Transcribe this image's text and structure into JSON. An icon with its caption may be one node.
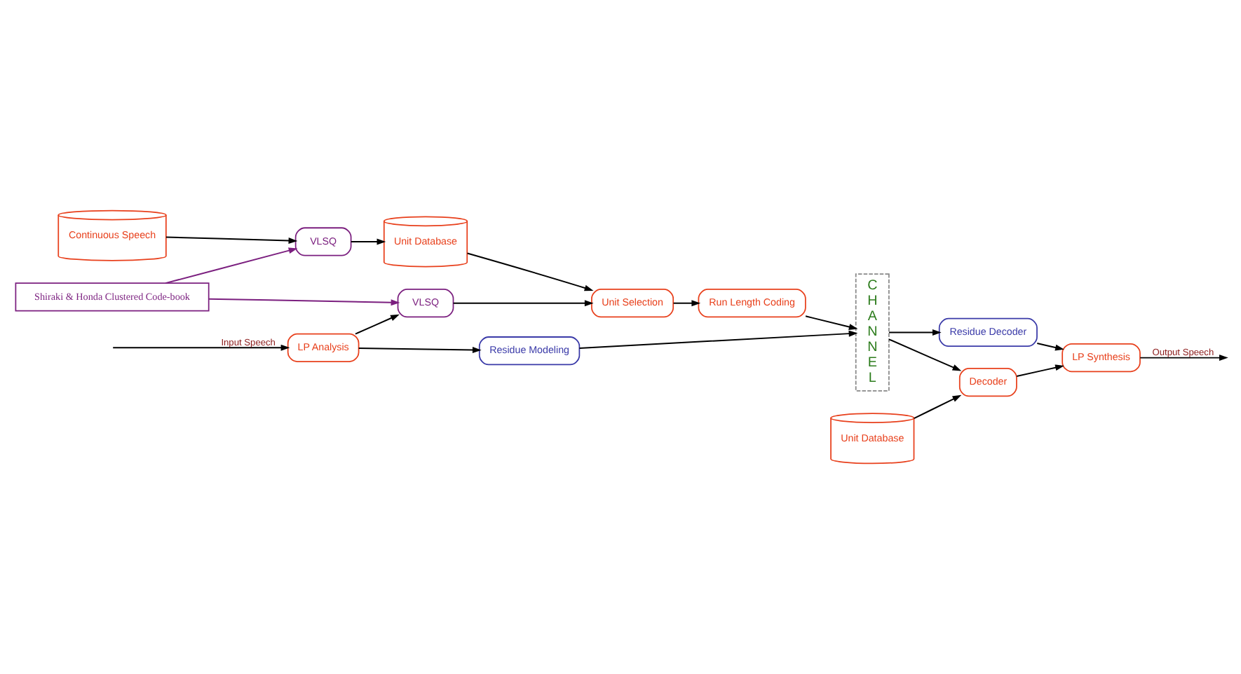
{
  "diagram": {
    "nodes": [
      {
        "text": [
          "Continuous Speech"
        ]
      },
      {
        "text": [
          "Shiraki & Honda Clustered Code-book"
        ]
      },
      {
        "text": [
          "VLSQ"
        ]
      },
      {
        "text": [
          "Unit Database"
        ]
      },
      {
        "text": [
          "LP Analysis"
        ]
      },
      {
        "text": [
          "VLSQ"
        ]
      },
      {
        "text": [
          "Unit Selection"
        ]
      },
      {
        "text": [
          "Run Length Coding"
        ]
      },
      {
        "text": [
          "CHANNEL"
        ]
      },
      {
        "text": [
          "Unit Database"
        ]
      },
      {
        "text": [
          "Decoder"
        ]
      },
      {
        "text": [
          "LP Synthesis"
        ]
      },
      {
        "text": [
          "Residue Modeling"
        ]
      },
      {
        "text": [
          "Residue Decoder"
        ]
      }
    ],
    "edges": [
      {
        "from": 0,
        "to": 2,
        "arrow": "to"
      },
      {
        "from": 1,
        "to": 2,
        "arrow": "to",
        "color": "#7b1f7f"
      },
      {
        "from": 2,
        "to": 3,
        "arrow": "to"
      },
      {
        "from": 1,
        "to": 5,
        "arrow": "to",
        "color": "#7b1f7f"
      },
      {
        "from": null,
        "to": 4,
        "arrow": "to",
        "label": "Input Speech"
      },
      {
        "from": 4,
        "to": 5,
        "arrow": "to"
      },
      {
        "from": 5,
        "to": 6,
        "arrow": "to"
      },
      {
        "from": 3,
        "to": 6,
        "arrow": "to"
      },
      {
        "from": 6,
        "to": 7,
        "arrow": "to"
      },
      {
        "from": 7,
        "to": 8,
        "arrow": "to"
      },
      {
        "from": 8,
        "to": 10,
        "arrow": "to"
      },
      {
        "from": 9,
        "to": 10,
        "arrow": "to"
      },
      {
        "from": 10,
        "to": 11,
        "arrow": "to"
      },
      {
        "from": 11,
        "to": null,
        "arrow": "to",
        "label": "Output Speech"
      },
      {
        "from": 4,
        "to": 12,
        "arrow": "to"
      },
      {
        "from": 12,
        "to": 8,
        "arrow": "to"
      },
      {
        "from": 8,
        "to": 13,
        "arrow": "to"
      },
      {
        "from": 13,
        "to": 11,
        "arrow": "to"
      }
    ]
  }
}
